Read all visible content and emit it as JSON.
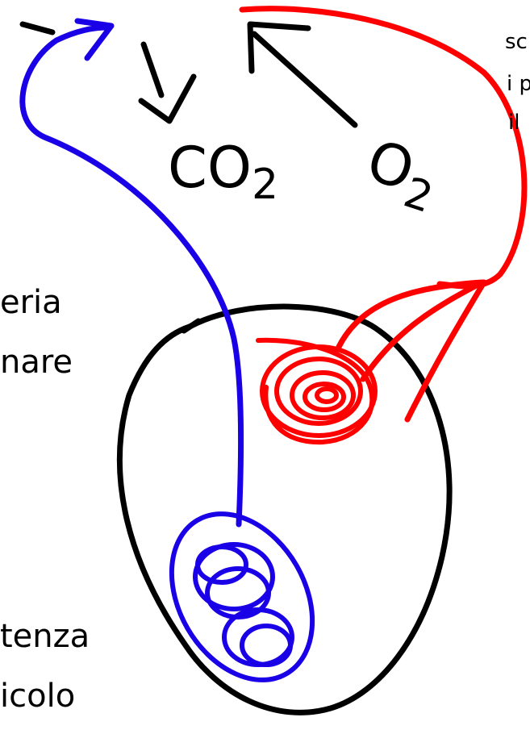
{
  "colors": {
    "deoxygenated": "#1a00e6",
    "oxygenated": "#ff0000",
    "outline": "#000000",
    "background": "#ffffff"
  },
  "gas_labels": {
    "carbon_dioxide": "CO",
    "carbon_dioxide_sub": "2",
    "oxygen": "O",
    "oxygen_sub": "2"
  },
  "left_labels": {
    "line1": "eria",
    "line2": "nare",
    "line3": "tenza",
    "line4": "icolo"
  },
  "right_note": {
    "line1": "sc",
    "line2": "i p",
    "line3": "il"
  }
}
